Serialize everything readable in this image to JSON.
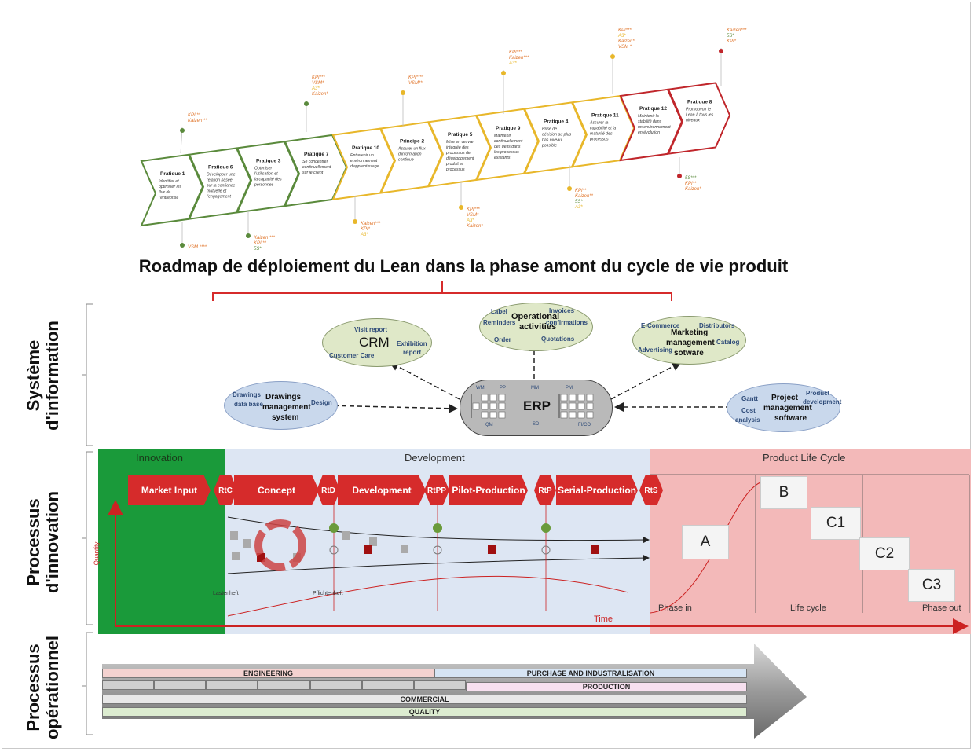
{
  "roadmap": {
    "small_title": "Roadmap de déploiement du Lean dans la phase amont du cycle de vie produit",
    "steps": [
      {
        "title": "Pratique 1",
        "desc": "Identifier et optimiser les flux de l'entreprise",
        "color": "#5a8a3c"
      },
      {
        "title": "Pratique 6",
        "desc": "Développer une relation basée sur la confiance mutuelle et l'engagement",
        "color": "#5a8a3c"
      },
      {
        "title": "Pratique 3",
        "desc": "Optimiser l'utilisation et la capacité des personnes",
        "color": "#5a8a3c"
      },
      {
        "title": "Pratique 7",
        "desc": "Se concentrer continuellement sur le client",
        "color": "#5a8a3c"
      },
      {
        "title": "Pratique 10",
        "desc": "Entretenir un environnement d'apprentissage",
        "color": "#e8b72a"
      },
      {
        "title": "Principe 2",
        "desc": "Assurer un flux d'information continue",
        "color": "#e8b72a"
      },
      {
        "title": "Pratique 5",
        "desc": "Mise en œuvre intégrée des processus de développement produit et processus",
        "color": "#e8b72a"
      },
      {
        "title": "Pratique 9",
        "desc": "Maintenir continuellement des défis dans les processus existants",
        "color": "#e8b72a"
      },
      {
        "title": "Pratique 4",
        "desc": "Prise de décision au plus bas niveau possible",
        "color": "#e8b72a"
      },
      {
        "title": "Pratique 11",
        "desc": "Assurer la capabilité et la maturité des processus",
        "color": "#e8b72a"
      },
      {
        "title": "Pratique 12",
        "desc": "Maintenir la stabilité dans un environnement en évolution",
        "color": "#c0262b"
      },
      {
        "title": "Pratique 8",
        "desc": "Promouvoir le Lean à tous les niveaux",
        "color": "#c0262b"
      }
    ],
    "annotations": [
      {
        "lines": [
          "KPI **",
          "Kaizen **"
        ],
        "dot": "#5a8a3c"
      },
      {
        "lines": [
          "VSM ****"
        ],
        "dot": "#5a8a3c"
      },
      {
        "lines": [
          "Kaizen ***",
          "KPI **",
          "5S*"
        ],
        "dot": "#5a8a3c"
      },
      {
        "lines": [
          "KPI***",
          "VSM*",
          "A3*",
          "Kaizen*"
        ],
        "dot": "#5a8a3c"
      },
      {
        "lines": [
          "Kaizen***",
          "KPI*",
          "A3*"
        ],
        "dot": "#e8b72a"
      },
      {
        "lines": [
          "KPI****",
          "VSM**"
        ],
        "dot": "#e8b72a"
      },
      {
        "lines": [
          "KPI***",
          "VSM*",
          "A3*",
          "Kaizen*"
        ],
        "dot": "#e8b72a"
      },
      {
        "lines": [
          "KPI***",
          "Kaizen***",
          "A3*"
        ],
        "dot": "#e8b72a"
      },
      {
        "lines": [
          "KPI**",
          "Kaizen**",
          "5S*",
          "A3*"
        ],
        "dot": "#e8b72a"
      },
      {
        "lines": [
          "KPI***",
          "A3*",
          "Kaizen*",
          "VSM *"
        ],
        "dot": "#e8b72a"
      },
      {
        "lines": [
          "5S***",
          "KPI**",
          "Kaizen*"
        ],
        "dot": "#c0262b"
      },
      {
        "lines": [
          "Kaizen***",
          "5S*",
          "KPI*"
        ],
        "dot": "#c0262b"
      }
    ]
  },
  "main_title": "Roadmap de déploiement du Lean dans la phase amont du cycle de vie produit",
  "side_labels": {
    "si": [
      "Système",
      "d'information"
    ],
    "innov": [
      "Processus",
      "d'innovation"
    ],
    "op": [
      "Processus",
      "opérationnel"
    ]
  },
  "si": {
    "crm": {
      "center": "CRM",
      "tl": "Visit report",
      "r1": "Exhibition",
      "r2": "report",
      "bl": "Customer Care"
    },
    "ops": {
      "label": "Label",
      "reminders": "Reminders",
      "center1": "Operational",
      "center2": "activities",
      "invoices": "Invoices",
      "confirm": "confirmations",
      "order": "Order",
      "quot": "Quotations"
    },
    "mkt": {
      "ecom": "E-Commerce",
      "dist": "Distributors",
      "c1": "Marketing",
      "c2": "management",
      "c3": "sotware",
      "catalog": "Catalog",
      "adv": "Advertising"
    },
    "dms": {
      "l1": "Drawings",
      "l2": "data base",
      "c1": "Drawings",
      "c2": "management",
      "c3": "system",
      "design": "Design"
    },
    "pm": {
      "gantt": "Gantt",
      "c1": "Project",
      "c2": "management",
      "c3": "software",
      "pd1": "Product",
      "pd2": "development",
      "cost1": "Cost",
      "cost2": "analysis"
    },
    "erp": {
      "center": "ERP",
      "mods": [
        "WM",
        "PP",
        "MM",
        "PM",
        "QM",
        "SD",
        "FI/CO"
      ]
    }
  },
  "innov": {
    "zones": [
      "Innovation",
      "Development",
      "Product Life Cycle"
    ],
    "gates": [
      "Market Input",
      "RtC",
      "Concept",
      "RtD",
      "Development",
      "RtPP",
      "Pilot-Production",
      "RtP",
      "Serial-Production",
      "RtS"
    ],
    "phase_boxes": [
      "A",
      "B",
      "C1",
      "C2",
      "C3"
    ],
    "phases": [
      "Phase in",
      "Life cycle",
      "Phase out"
    ],
    "time": "Time",
    "quantity": "Quantity",
    "doc1": "Lastenheft",
    "doc2": "Pflichtenheft",
    "colors": {
      "innovation": "#1a9a3a",
      "development": "#dde6f3",
      "plc": "#f3b9b9",
      "gate": "#d62b2b"
    }
  },
  "op": {
    "bars": [
      "ENGINEERING",
      "PURCHASE AND INDUSTRALISATION",
      "PRODUCTION",
      "COMMERCIAL",
      "QUALITY"
    ]
  }
}
